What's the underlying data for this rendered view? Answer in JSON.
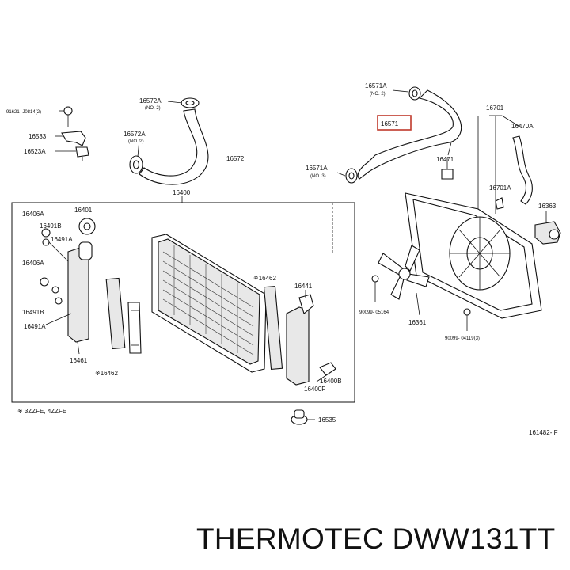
{
  "labels": {
    "p16572A_top": "16572A",
    "p16572A_top_no": "(NO. 2)",
    "p91621": "91621- J0814(2)",
    "p16533": "16533",
    "p16523A": "16523A",
    "p16572A_left": "16572A",
    "p16572A_left_no": "(NO. 2)",
    "p16572": "16572",
    "p16400": "16400",
    "p16571A_top": "16571A",
    "p16571A_top_no": "(NO. 2)",
    "p16571": "16571",
    "p16571A_mid": "16571A",
    "p16571A_mid_no": "(NO. 3)",
    "p16471": "16471",
    "p16701": "16701",
    "p16470A": "16470A",
    "p16701A": "16701A",
    "p16363": "16363",
    "p16406A_1": "16406A",
    "p16491B_1": "16491B",
    "p16401": "16401",
    "p16491A_1": "16491A",
    "p16406A_2": "16406A",
    "p16491B_2": "16491B",
    "p16491A_2": "16491A",
    "p16461": "16461",
    "p16462_bot": "※16462",
    "p16462_mid": "※16462",
    "p16441": "16441",
    "p16400B": "16400B",
    "p16400F": "16400F",
    "p90099_05164": "90099- 05164",
    "p16361": "16361",
    "p90099_04119": "90099- 04119(3)",
    "p16535": "16535",
    "footnote": "※ 3ZZFE, 4ZZFE",
    "ref_code": "161482- F"
  },
  "brand": "THERMOTEC DWW131TT",
  "highlight_color": "#c0392b",
  "ink_color": "#111111"
}
